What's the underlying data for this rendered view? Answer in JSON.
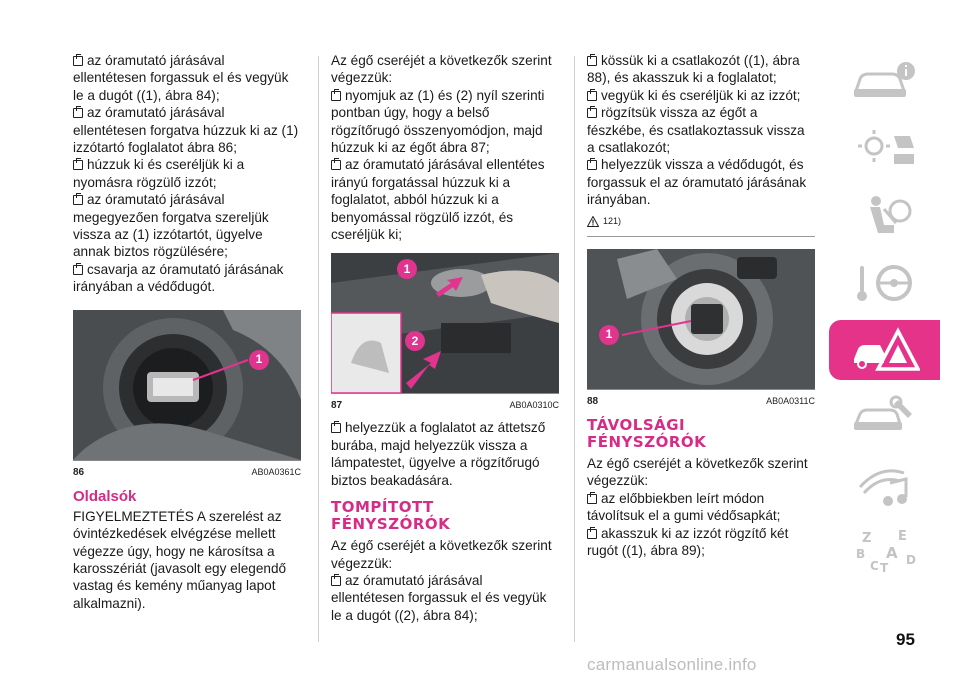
{
  "column1": {
    "items": [
      "az óramutató járásával ellentétesen forgassuk el és vegyük le a dugót ((1), ábra 84);",
      "az óramutató járásával ellentétesen forgatva húzzuk ki az (1) izzótartó foglalatot ábra 86;",
      "húzzuk ki és cseréljük ki a nyomásra rögzülő izzót;",
      "az óramutató járásával megegyezően forgatva szereljük vissza az (1) izzótartót, ügyelve annak biztos rögzülésére;",
      "csavarja az óramutató járásának irányában a védődugót."
    ],
    "figure": {
      "number": "86",
      "code": "AB0A0361C",
      "callouts": [
        "1"
      ]
    },
    "section_title": "Oldalsók",
    "section_text": "FIGYELMEZTETÉS A szerelést az óvintézkedések elvégzése mellett végezze úgy, hogy ne károsítsa a karosszériát (javasolt egy elegendő vastag és kemény műanyag lapot alkalmazni)."
  },
  "column2": {
    "intro": "Az égő cseréjét a következők szerint végezzük:",
    "items": [
      "nyomjuk az (1) és (2) nyíl szerinti pontban úgy, hogy a belső rögzítőrugó összenyomódjon, majd húzzuk ki az égőt ábra 87;",
      "az óramutató járásával ellentétes irányú forgatással húzzuk ki a foglalatot, abból húzzuk ki a benyomással rögzülő izzót, és cseréljük ki;"
    ],
    "figure": {
      "number": "87",
      "code": "AB0A0310C",
      "callouts": [
        "1",
        "2"
      ]
    },
    "items_after": [
      "helyezzük a foglalatot az áttetsző burába, majd helyezzük vissza a lámpatestet, ügyelve a rögzítőrugó biztos beakadására."
    ],
    "section_title_line1": "TOMPÍTOTT",
    "section_title_line2": "FÉNYSZÓRÓK",
    "section_intro": "Az égő cseréjét a következők szerint végezzük:",
    "section_items": [
      "az óramutató járásával ellentétesen forgassuk el és vegyük le a dugót ((2), ábra 84);"
    ]
  },
  "column3": {
    "items": [
      "kössük ki a csatlakozót ((1), ábra 88), és akasszuk ki a foglalatot;",
      "vegyük ki és cseréljük ki az izzót;",
      "rögzítsük vissza az égőt a fészkébe, és csatlakoztassuk vissza a csatlakozót;",
      "helyezzük vissza a védődugót, és forgassuk el az óramutató járásának irányában."
    ],
    "warning_ref": "121)",
    "figure": {
      "number": "88",
      "code": "AB0A0311C",
      "callouts": [
        "1"
      ]
    },
    "section_title_line1": "TÁVOLSÁGI",
    "section_title_line2": "FÉNYSZÓRÓK",
    "section_intro": "Az égő cseréjét a következők szerint végezzük:",
    "section_items": [
      "az előbbiekben leírt módon távolítsuk el a gumi védősapkát;",
      "akasszuk ki az izzót rögzítő két rugót ((1), ábra 89);"
    ]
  },
  "side_tabs": [
    {
      "icon": "car-info-icon",
      "active": false
    },
    {
      "icon": "dashboard-lights-icon",
      "active": false
    },
    {
      "icon": "airbag-seat-icon",
      "active": false
    },
    {
      "icon": "steering-wheel-key-icon",
      "active": false
    },
    {
      "icon": "emergency-warning-icon",
      "active": true
    },
    {
      "icon": "maintenance-wrench-icon",
      "active": false
    },
    {
      "icon": "multimedia-note-icon",
      "active": false
    },
    {
      "icon": "alphabet-index-icon",
      "active": false
    }
  ],
  "index_letters": [
    "Z",
    "E",
    "B",
    "A",
    "C",
    "T",
    "D"
  ],
  "page_number": "95",
  "watermark": "carmanualsonline.info",
  "colors": {
    "accent": "#e5338a",
    "heading": "#d62b86",
    "text": "#1a1a1a"
  }
}
